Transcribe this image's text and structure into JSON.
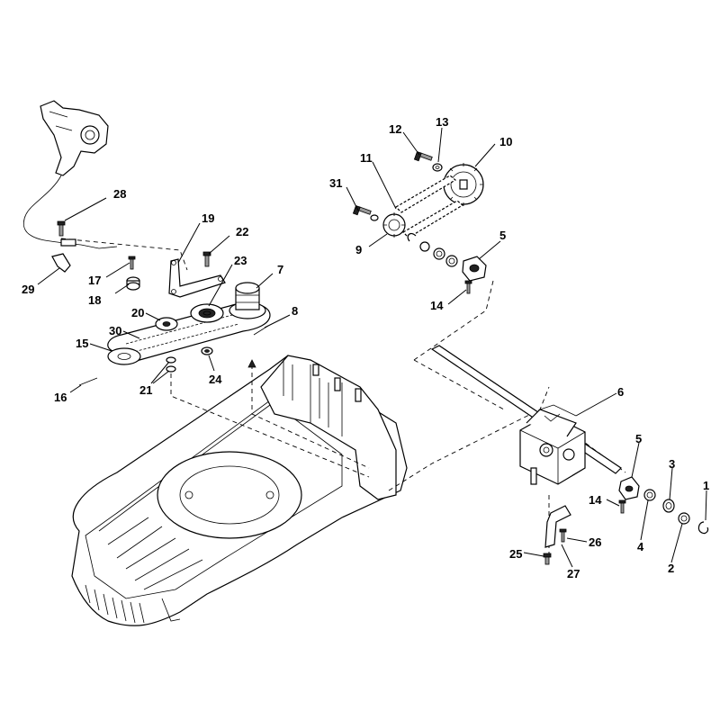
{
  "labels": {
    "p1": "1",
    "p2": "2",
    "p3": "3",
    "p4": "4",
    "p5a": "5",
    "p5b": "5",
    "p6": "6",
    "p7": "7",
    "p8": "8",
    "p9": "9",
    "p10": "10",
    "p11": "11",
    "p12": "12",
    "p13": "13",
    "p14a": "14",
    "p14b": "14",
    "p15": "15",
    "p16": "16",
    "p17": "17",
    "p18": "18",
    "p19": "19",
    "p20": "20",
    "p21": "21",
    "p22": "22",
    "p23": "23",
    "p24": "24",
    "p25": "25",
    "p26": "26",
    "p27": "27",
    "p28": "28",
    "p29": "29",
    "p30": "30",
    "p31": "31"
  }
}
